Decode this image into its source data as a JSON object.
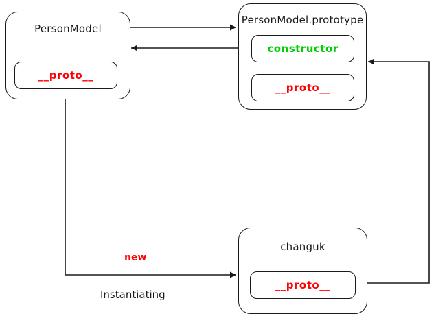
{
  "colors": {
    "line": "#1a1a1a",
    "red": "#ff0000",
    "green": "#00cc00",
    "text": "#1a1a1a",
    "bg": "#ffffff"
  },
  "diagram": {
    "person_model": {
      "title": "PersonModel",
      "fields": [
        {
          "label": "__proto__",
          "color": "#ff0000"
        }
      ]
    },
    "prototype": {
      "title": "PersonModel.prototype",
      "fields": [
        {
          "label": "constructor",
          "color": "#00cc00"
        },
        {
          "label": "__proto__",
          "color": "#ff0000"
        }
      ]
    },
    "instance": {
      "title": "changuk",
      "fields": [
        {
          "label": "__proto__",
          "color": "#ff0000"
        }
      ]
    },
    "edge_labels": {
      "new": "new",
      "instantiating": "Instantiating"
    }
  }
}
